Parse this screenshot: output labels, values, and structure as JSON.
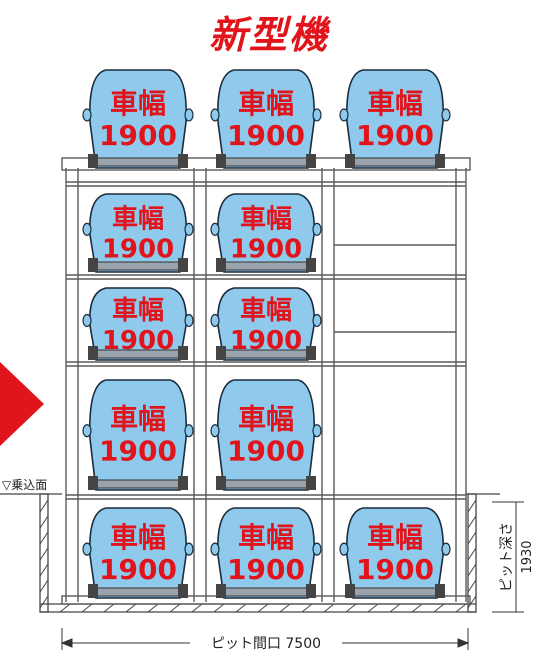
{
  "title": "新型機",
  "car_label_top": "車幅",
  "car_label_bottom": "1900",
  "colors": {
    "accent": "#e1141c",
    "car_fill": "#8fc9ec",
    "car_stroke": "#1a2b3c",
    "frame": "#5a5a5a",
    "hatch": "#444444"
  },
  "boarding_level_label": "▽乗込面",
  "pit_depth_label": "ピット深さ",
  "pit_depth_value": "1930",
  "pit_width_label": "ピット間口 7500"
}
